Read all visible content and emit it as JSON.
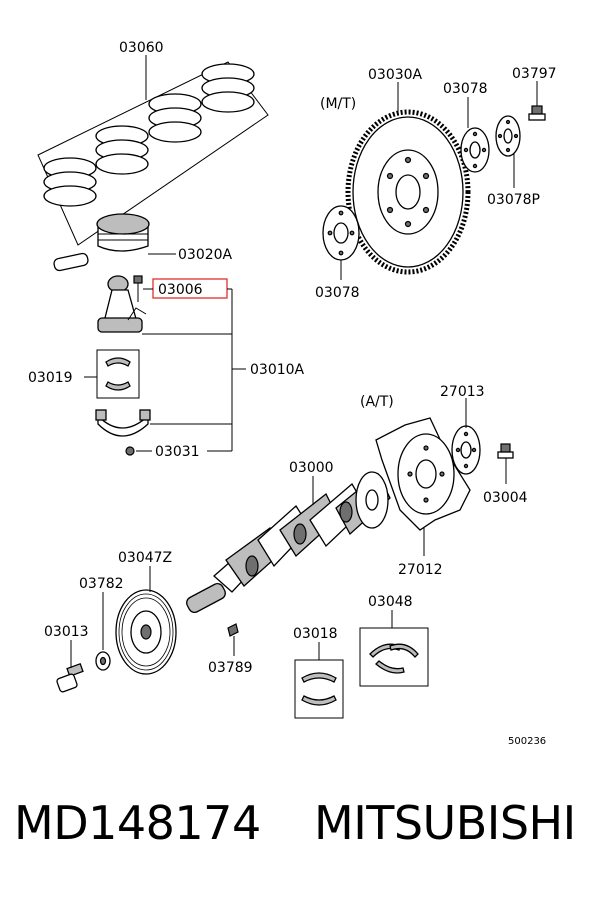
{
  "diagram": {
    "labels": {
      "p03060": "03060",
      "p03020A": "03020A",
      "p03006": "03006",
      "p03010A": "03010A",
      "p03019": "03019",
      "p03031": "03031",
      "p03030A": "03030A",
      "mt": "(M/T)",
      "p03078_top": "03078",
      "p03797": "03797",
      "p03078P": "03078P",
      "p03078_bottom": "03078",
      "at": "(A/T)",
      "p27013": "27013",
      "p03004": "03004",
      "p27012": "27012",
      "p03000": "03000",
      "p03047Z": "03047Z",
      "p03782": "03782",
      "p03013": "03013",
      "p03789": "03789",
      "p03018": "03018",
      "p03048": "03048",
      "ref": "500236"
    },
    "highlight_color": "#e0302a"
  },
  "footer": {
    "part_number": "MD148174",
    "brand": "MITSUBISHI"
  }
}
